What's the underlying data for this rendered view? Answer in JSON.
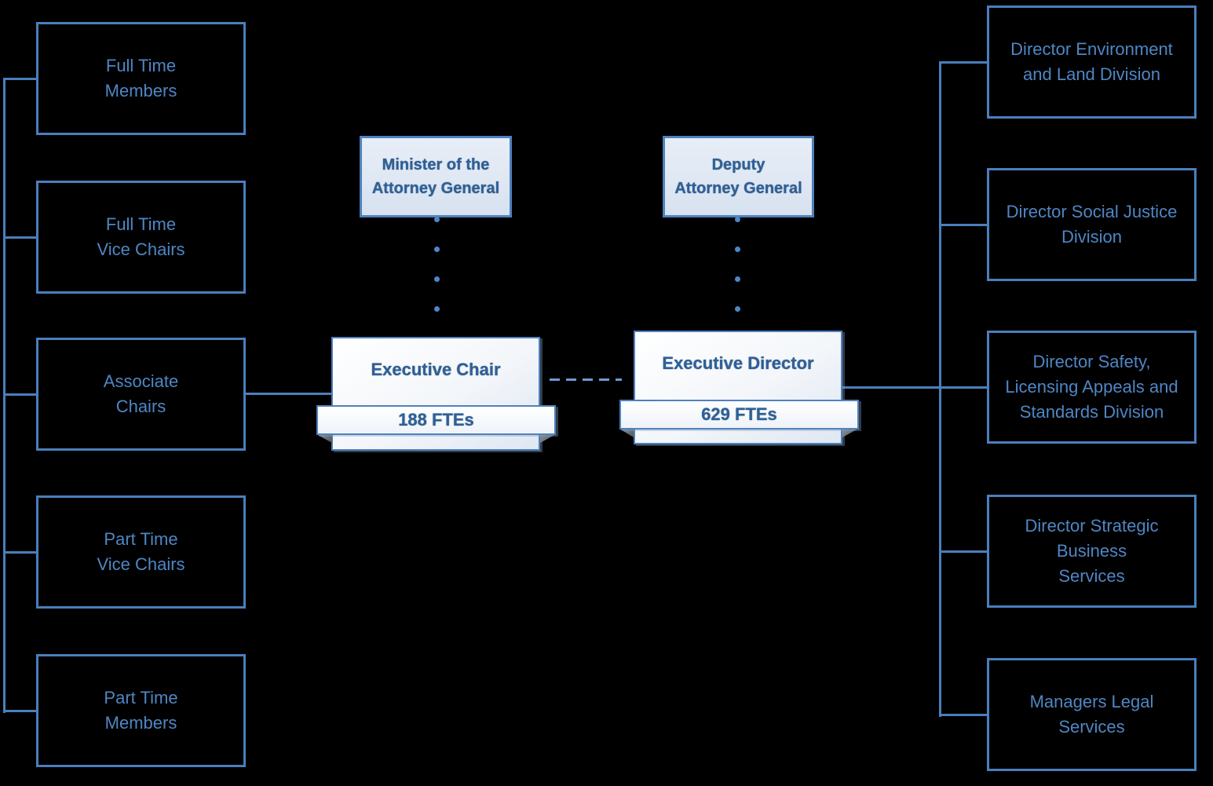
{
  "org": {
    "left": {
      "boxes": [
        {
          "label": "Full Time\nMembers"
        },
        {
          "label": "Full Time\nVice Chairs"
        },
        {
          "label": "Associate\nChairs"
        },
        {
          "label": "Part Time\nVice Chairs"
        },
        {
          "label": "Part Time\nMembers"
        }
      ]
    },
    "top": {
      "minister": {
        "label": "Minister of the\nAttorney General"
      },
      "deputy": {
        "label": "Deputy\nAttorney General"
      }
    },
    "exec": {
      "chair": {
        "title": "Executive Chair",
        "ftes": "188 FTEs"
      },
      "director": {
        "title": "Executive Director",
        "ftes": "629 FTEs"
      }
    },
    "right": {
      "boxes": [
        {
          "label": "Director Environment\nand Land Division"
        },
        {
          "label": "Director Social Justice\nDivision"
        },
        {
          "label": "Director Safety,\nLicensing Appeals and\nStandards Division"
        },
        {
          "label": "Director Strategic\nBusiness\nServices"
        },
        {
          "label": "Managers Legal\nServices"
        }
      ]
    },
    "colors": {
      "background": "#000000",
      "line_blue": "#4a7fbc",
      "box_text_blue": "#4f86c4",
      "filled_box_fill": "#dce6f2",
      "filled_box_text": "#2f6097",
      "exec_fill": "#ffffff"
    }
  }
}
